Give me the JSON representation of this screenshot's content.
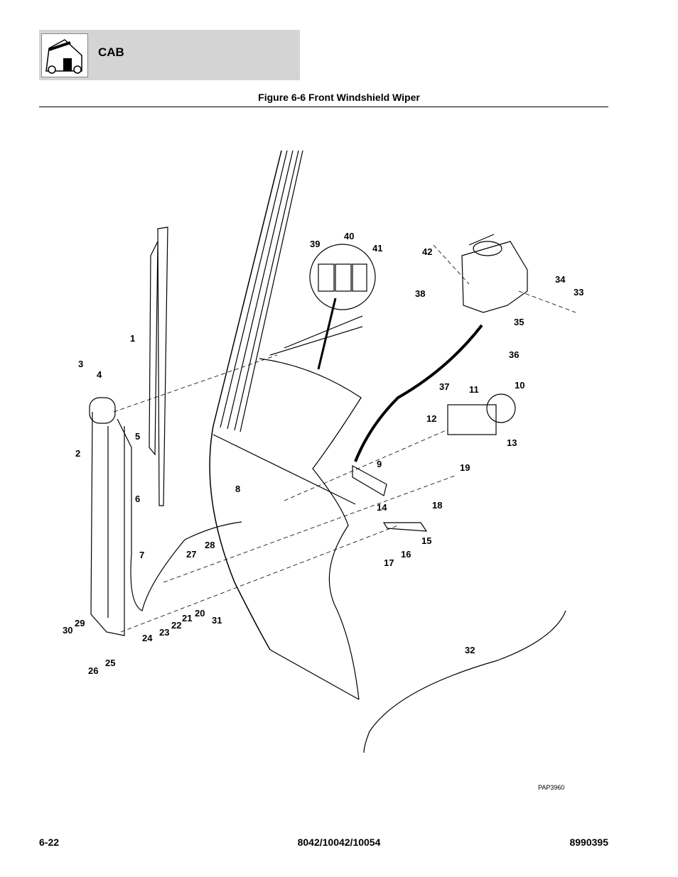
{
  "header": {
    "section": "CAB",
    "icon": "telehandler-cab-icon"
  },
  "figure": {
    "title": "Figure 6-6 Front Windshield Wiper",
    "drawing_code": "PAP3960"
  },
  "callouts": [
    "1",
    "2",
    "3",
    "4",
    "5",
    "6",
    "7",
    "8",
    "9",
    "10",
    "11",
    "12",
    "13",
    "14",
    "15",
    "16",
    "17",
    "18",
    "19",
    "20",
    "21",
    "22",
    "23",
    "24",
    "25",
    "26",
    "27",
    "28",
    "29",
    "30",
    "31",
    "32",
    "33",
    "34",
    "35",
    "36",
    "37",
    "38",
    "39",
    "40",
    "41",
    "42"
  ],
  "footer": {
    "page": "6-22",
    "models": "8042/10042/10054",
    "doc_number": "8990395"
  }
}
